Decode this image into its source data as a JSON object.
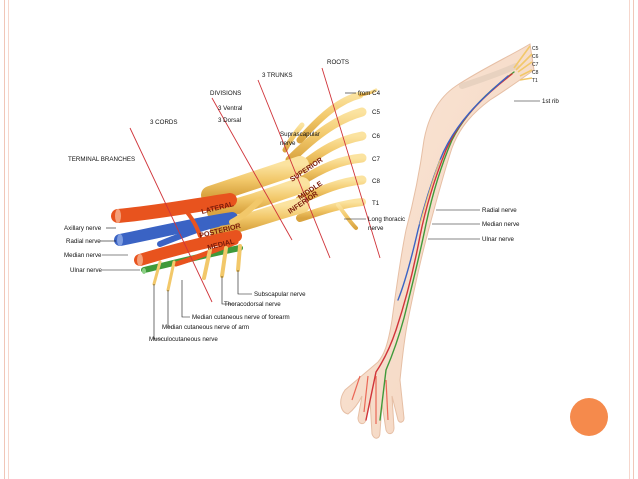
{
  "headers": {
    "roots": "ROOTS",
    "trunks": "3 TRUNKS",
    "divisions": "DIVISIONS",
    "ventral": "3 Ventral",
    "dorsal": "3 Dorsal",
    "cords": "3 CORDS",
    "terminal_branches": "TERMINAL BRANCHES"
  },
  "roots": {
    "from_c4": "from C4",
    "c5": "C5",
    "c6": "C6",
    "c7": "C7",
    "c8": "C8",
    "t1": "T1"
  },
  "trunk_labels": {
    "superior": "SUPERIOR",
    "middle": "MIDDLE",
    "inferior": "INFERIOR"
  },
  "cord_labels": {
    "lateral": "LATERAL",
    "posterior": "POSTERIOR",
    "medial": "MEDIAL"
  },
  "nerves": {
    "suprascapular_line1": "Suprascapular",
    "suprascapular_line2": "nerve",
    "long_thoracic_line1": "Long thoracic",
    "long_thoracic_line2": "nerve",
    "axillary": "Axillary nerve",
    "radial": "Radial nerve",
    "median": "Median nerve",
    "ulnar": "Ulnar nerve",
    "subscapular": "Subscapular nerve",
    "thoracodorsal": "Thoracodorsal nerve",
    "med_cut_forearm": "Median cutaneous nerve of forearm",
    "med_cut_arm": "Median cutaneous nerve of arm",
    "musculocutaneous": "Musculocutaneous nerve"
  },
  "arm_labels": {
    "c5": "C5",
    "c6": "C6",
    "c7": "C7",
    "c8": "C8",
    "t1": "T1",
    "first_rib": "1st rib",
    "radial": "Radial nerve",
    "median": "Median nerve",
    "ulnar": "Ulnar nerve"
  },
  "colors": {
    "frame": "#f1c6b8",
    "accent_circle": "#f58a4c",
    "nerve_orange": "#e8531e",
    "nerve_blue": "#3a63c4",
    "nerve_green": "#3f9a3a",
    "nerve_yellow": "#f2c86a",
    "indicator_line": "#d0343a"
  }
}
